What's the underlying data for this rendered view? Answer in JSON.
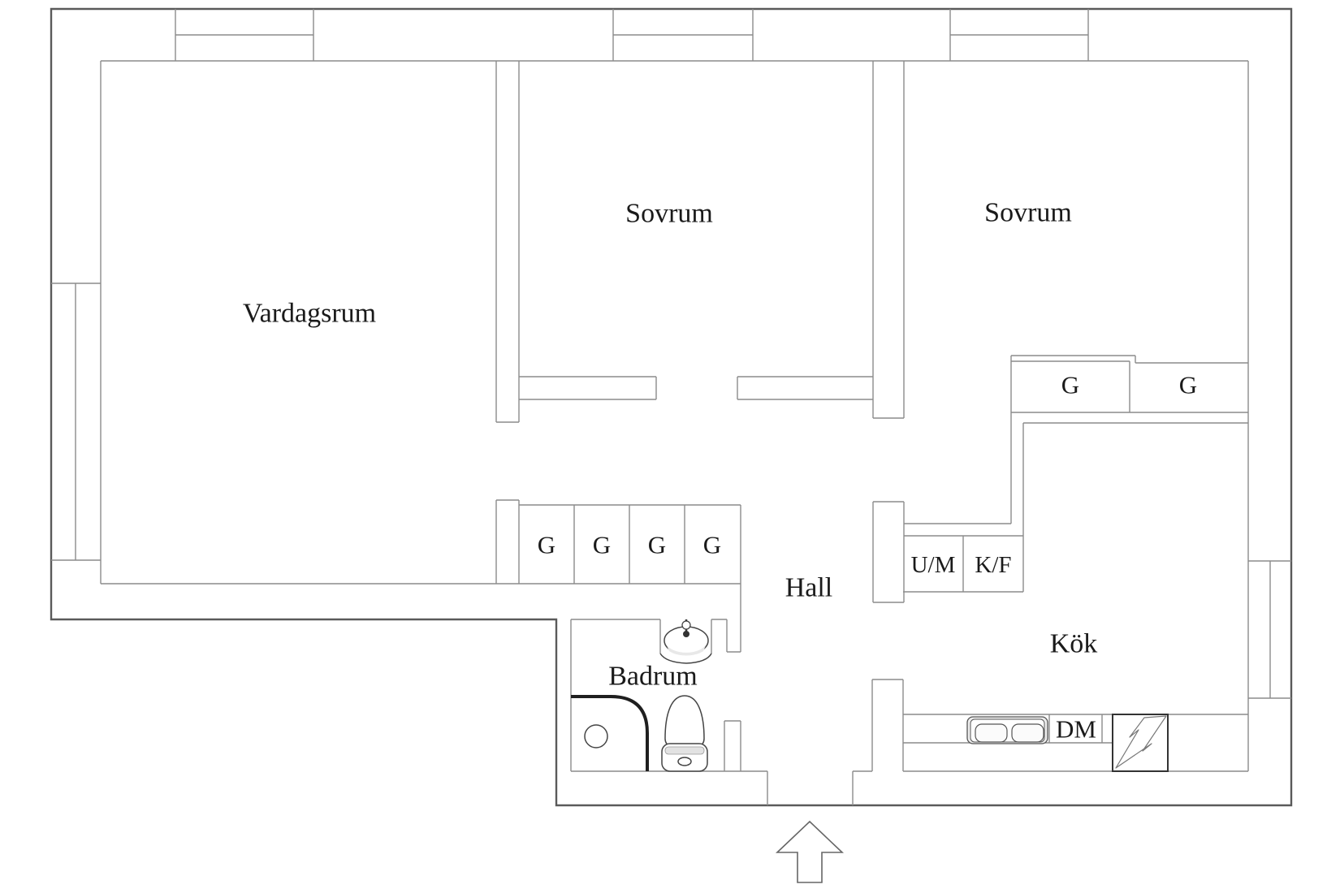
{
  "rooms": {
    "living_room": {
      "label": "Vardagsrum"
    },
    "bedroom_middle": {
      "label": "Sovrum"
    },
    "bedroom_right": {
      "label": "Sovrum"
    },
    "hall": {
      "label": "Hall"
    },
    "bathroom": {
      "label": "Badrum"
    },
    "kitchen": {
      "label": "Kök"
    }
  },
  "storage": {
    "hall_wardrobes": [
      "G",
      "G",
      "G",
      "G"
    ],
    "bedroom_wardrobes": [
      "G",
      "G"
    ]
  },
  "appliances": {
    "washer_space": "U/M",
    "fridge_freezer": "K/F",
    "dishwasher": "DM"
  },
  "colors": {
    "outer_wall": "#5a5a5a",
    "inner_wall": "#8c8c8c",
    "fixture_stroke": "#444444",
    "emphasis_stroke": "#1f1f1f",
    "shading": "#e8e8e8",
    "text": "#1a1a1a",
    "background": "#ffffff"
  }
}
